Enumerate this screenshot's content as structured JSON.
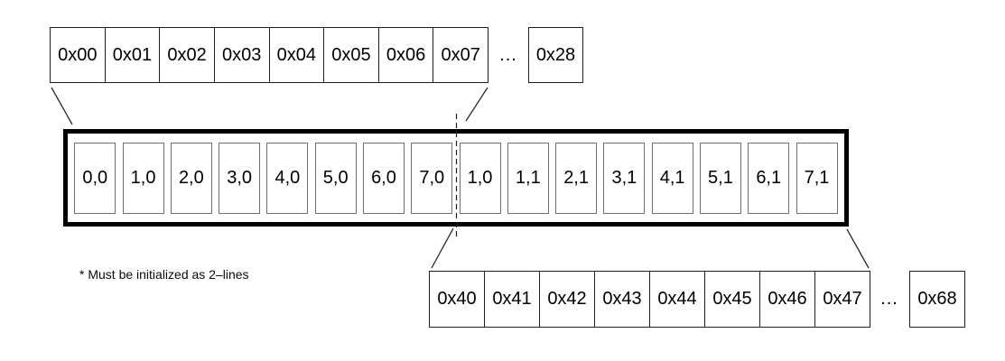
{
  "diagram": {
    "top_row": {
      "cells": [
        "0x00",
        "0x01",
        "0x02",
        "0x03",
        "0x04",
        "0x05",
        "0x06",
        "0x07"
      ],
      "ellipsis": "...",
      "end_cell": "0x28"
    },
    "buffer": {
      "cells": [
        "0,0",
        "1,0",
        "2,0",
        "3,0",
        "4,0",
        "5,0",
        "6,0",
        "7,0",
        "1,0",
        "1,1",
        "2,1",
        "3,1",
        "4,1",
        "5,1",
        "6,1",
        "7,1"
      ]
    },
    "bottom_row": {
      "cells": [
        "0x40",
        "0x41",
        "0x42",
        "0x43",
        "0x44",
        "0x45",
        "0x46",
        "0x47"
      ],
      "ellipsis": "...",
      "end_cell": "0x68"
    },
    "note": "* Must be initialized as 2–lines",
    "colors": {
      "thick_outline": "#000000",
      "row_border": "#1f1f1f",
      "buffer_cell_border": "#6f6f6f",
      "connector_line": "#2a2a2a",
      "text": "#000000",
      "background": "#ffffff"
    }
  }
}
